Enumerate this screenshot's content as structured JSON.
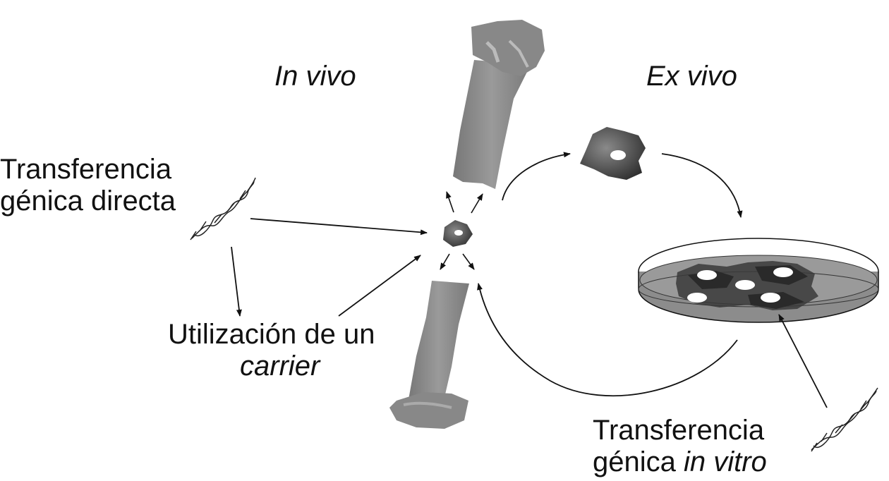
{
  "labels": {
    "in_vivo": "In vivo",
    "ex_vivo": "Ex vivo",
    "direct_transfer_line1": "Transferencia",
    "direct_transfer_line2": "génica directa",
    "carrier_line1": "Utilización de un",
    "carrier_line2": "carrier",
    "in_vitro_line1": "Transferencia",
    "in_vitro_line2_prefix": "génica ",
    "in_vitro_line2_italic": "in vitro"
  },
  "colors": {
    "bone_fill": "#8a8a8a",
    "cell_fill": "#4a4a4a",
    "dish_medium": "#8c8c8c",
    "line": "#111111"
  }
}
